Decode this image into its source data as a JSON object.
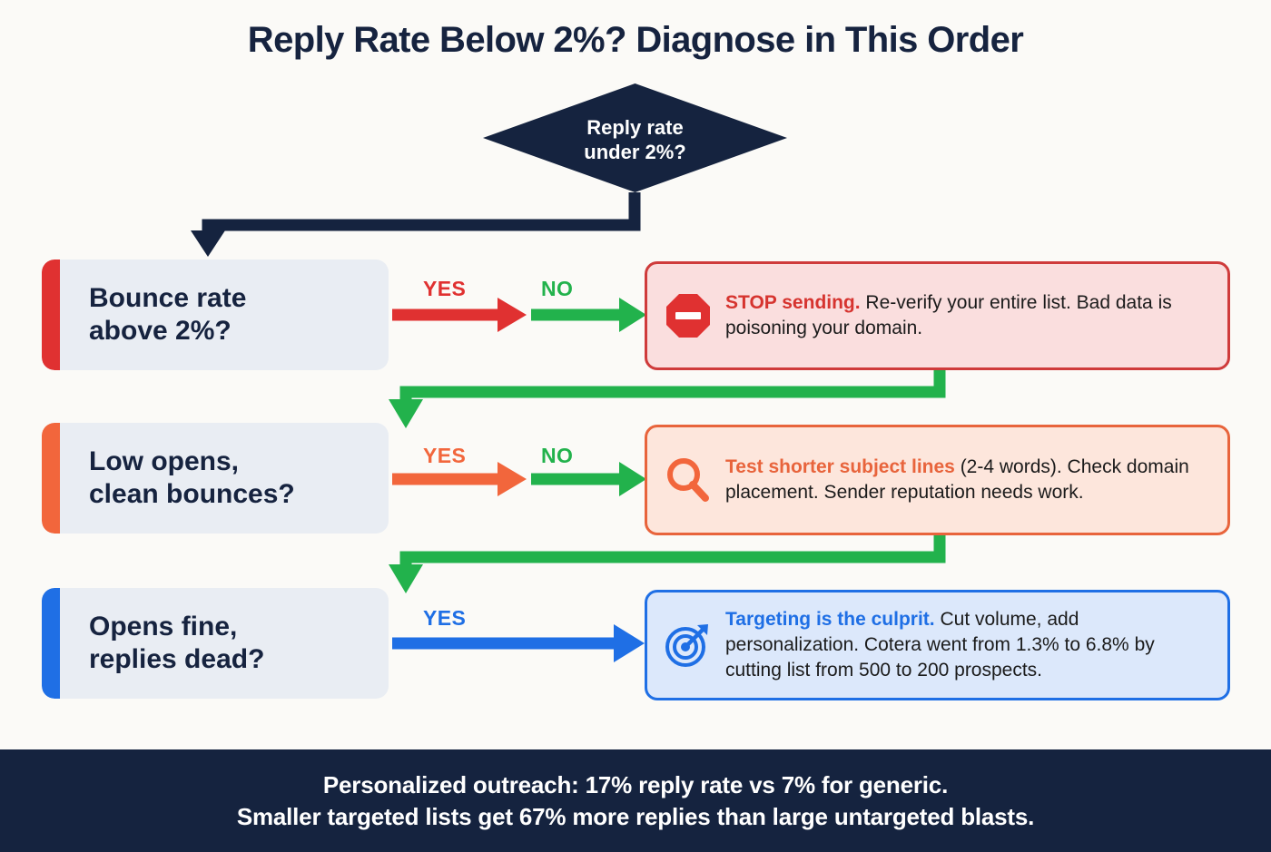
{
  "title": "Reply Rate Below 2%? Diagnose in This Order",
  "colors": {
    "background": "#fbfaf7",
    "navy": "#15233f",
    "red": "#e03131",
    "green": "#22b24c",
    "orange": "#f2663c",
    "blue": "#1f6fe5",
    "card_bg": "#e9edf3"
  },
  "decision": {
    "line1": "Reply rate",
    "line2": "under 2%?",
    "shape": "diamond"
  },
  "rows": [
    {
      "question": "Bounce rate\nabove 2%?",
      "accent": "#e03131",
      "yes_label": "YES",
      "yes_color": "#e03131",
      "no_label": "NO",
      "no_color": "#22b24c",
      "icon": "stop-sign-icon",
      "outcome_lead": "STOP sending.",
      "outcome_body": " Re-verify your entire list. Bad data is poisoning your domain."
    },
    {
      "question": "Low opens,\nclean bounces?",
      "accent": "#f2663c",
      "yes_label": "YES",
      "yes_color": "#f2663c",
      "no_label": "NO",
      "no_color": "#22b24c",
      "icon": "magnifier-icon",
      "outcome_lead": "Test shorter subject lines",
      "outcome_body": " (2-4 words). Check domain placement. Sender reputation needs work."
    },
    {
      "question": "Opens fine,\nreplies dead?",
      "accent": "#1f6fe5",
      "yes_label": "YES",
      "yes_color": "#1f6fe5",
      "no_label": "",
      "no_color": "",
      "icon": "target-icon",
      "outcome_lead": "Targeting is the culprit.",
      "outcome_body": " Cut volume, add personalization. Cotera went from 1.3% to 6.8% by cutting list from 500 to 200 prospects."
    }
  ],
  "footer": {
    "line1": "Personalized outreach: 17% reply rate vs 7% for generic.",
    "line2": "Smaller targeted lists get 67% more replies than large untargeted blasts."
  }
}
